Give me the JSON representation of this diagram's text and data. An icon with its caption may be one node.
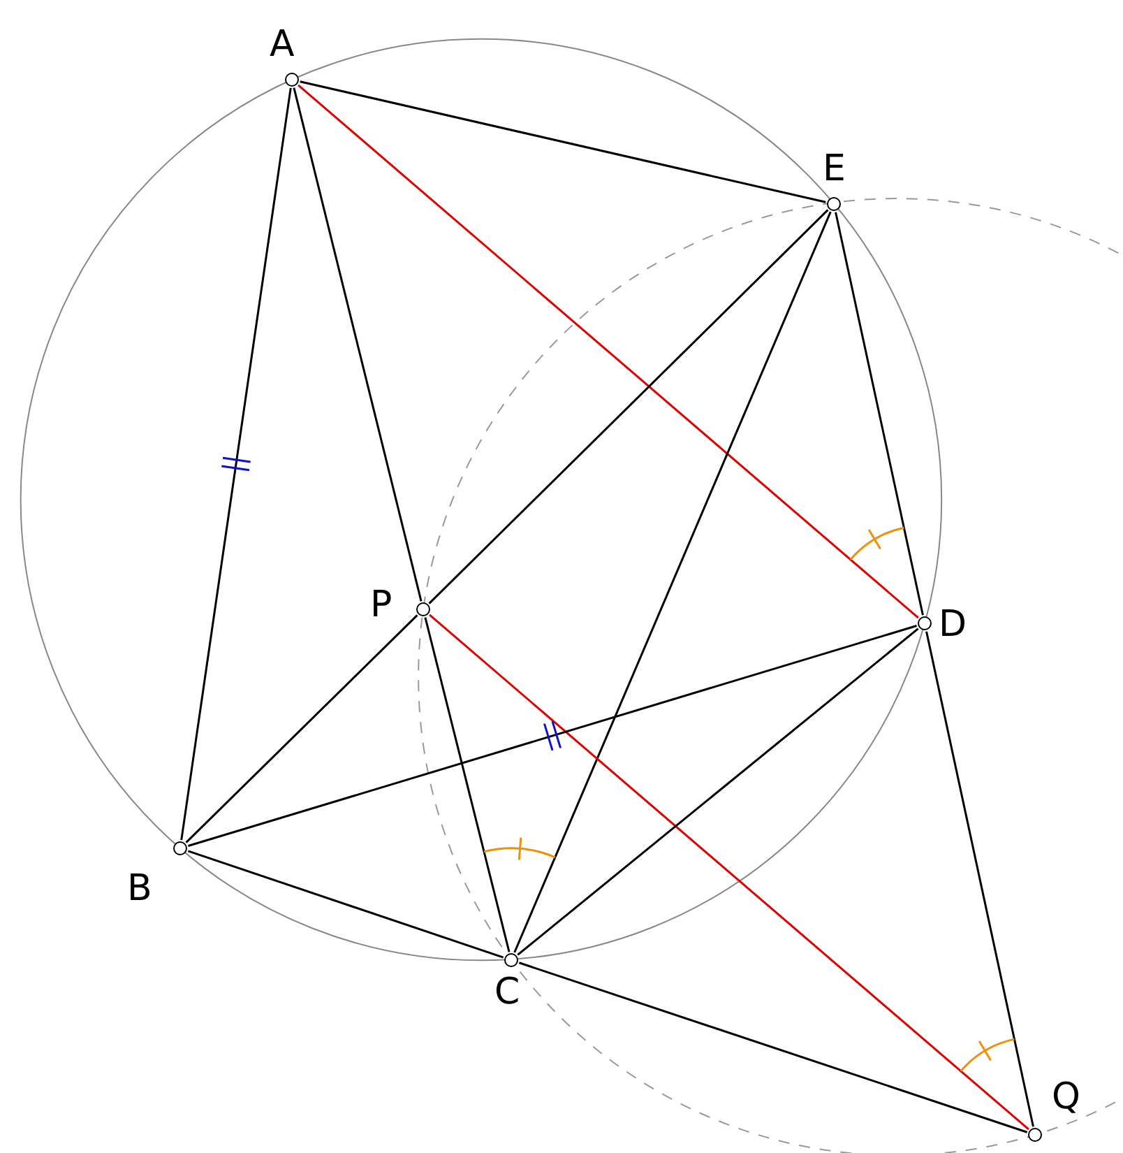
{
  "diagram": {
    "nodes": [
      {
        "text": [
          "A"
        ]
      },
      {
        "text": [
          "E"
        ]
      },
      {
        "text": [
          "P"
        ]
      },
      {
        "text": [
          "D"
        ]
      },
      {
        "text": [
          "B"
        ]
      },
      {
        "text": [
          "C"
        ]
      },
      {
        "text": [
          "Q"
        ]
      }
    ],
    "edges": [
      {
        "from": 0,
        "to": 1,
        "arrow": "none"
      },
      {
        "from": 0,
        "to": 4,
        "arrow": "none"
      },
      {
        "from": 0,
        "to": 2,
        "arrow": "none"
      },
      {
        "from": 0,
        "to": 3,
        "arrow": "none",
        "color": "#e00000"
      },
      {
        "from": 1,
        "to": 2,
        "arrow": "none"
      },
      {
        "from": 1,
        "to": 5,
        "arrow": "none"
      },
      {
        "from": 1,
        "to": 3,
        "arrow": "none"
      },
      {
        "from": 2,
        "to": 4,
        "arrow": "none"
      },
      {
        "from": 2,
        "to": 5,
        "arrow": "none"
      },
      {
        "from": 2,
        "to": 6,
        "arrow": "none",
        "color": "#e00000"
      },
      {
        "from": 4,
        "to": 3,
        "arrow": "none"
      },
      {
        "from": 4,
        "to": 5,
        "arrow": "none"
      },
      {
        "from": 5,
        "to": 3,
        "arrow": "none"
      },
      {
        "from": 5,
        "to": 6,
        "arrow": "none"
      },
      {
        "from": 3,
        "to": 6,
        "arrow": "none"
      }
    ]
  }
}
